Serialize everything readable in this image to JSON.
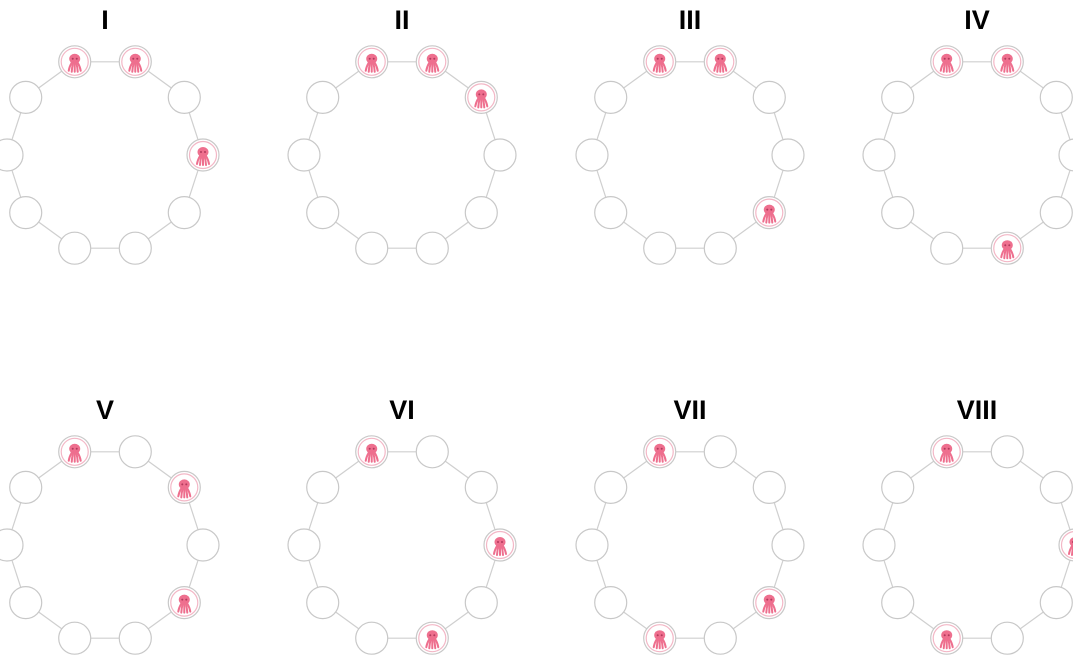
{
  "nodes_per_ring": 10,
  "colors": {
    "node_stroke": "#c8c8c8",
    "edge_stroke": "#cfcfcf",
    "octopus_body": "#ee6f8e",
    "octopus_dark": "#b23a5c",
    "octopus_ring": "#f3b7c6"
  },
  "icon_name": "octopus-icon",
  "rings": [
    {
      "label": "I",
      "occupied": [
        0,
        1,
        3
      ]
    },
    {
      "label": "II",
      "occupied": [
        0,
        1,
        2
      ]
    },
    {
      "label": "III",
      "occupied": [
        0,
        1,
        4
      ]
    },
    {
      "label": "IV",
      "occupied": [
        0,
        1,
        5
      ]
    },
    {
      "label": "V",
      "occupied": [
        0,
        2,
        4
      ]
    },
    {
      "label": "VI",
      "occupied": [
        0,
        3,
        5
      ]
    },
    {
      "label": "VII",
      "occupied": [
        0,
        4,
        6
      ]
    },
    {
      "label": "VIII",
      "occupied": [
        0,
        3,
        6
      ]
    }
  ]
}
